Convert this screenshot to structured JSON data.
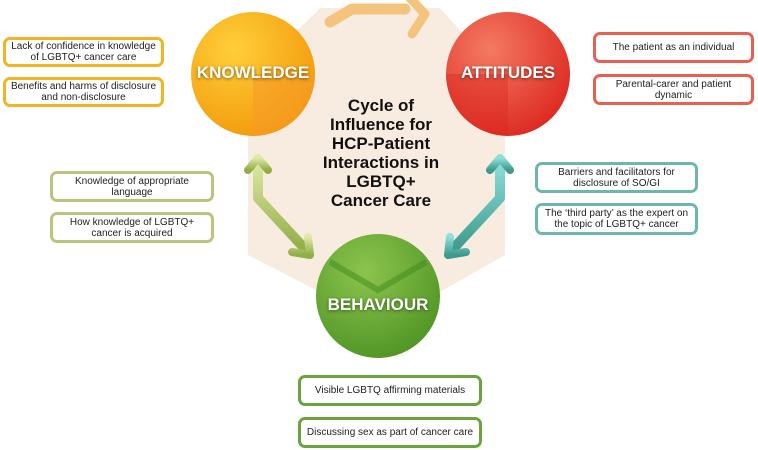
{
  "title": "Cycle of Influence for HCP-Patient Interactions in LGBTQ+ Cancer Care",
  "nodes": {
    "knowledge": "KNOWLEDGE",
    "attitudes": "ATTITUDES",
    "behaviour": "BEHAVIOUR"
  },
  "knowledge_boxes": [
    "Lack of confidence in knowledge of LGBTQ+ cancer care",
    "Benefits and harms of disclosure and non-disclosure"
  ],
  "attitudes_boxes": [
    "The patient as an individual",
    "Parental-carer and patient dynamic"
  ],
  "attitudes_behaviour_boxes": [
    "Barriers and facilitators for disclosure of SO/GI",
    "The ‘third party’ as the expert on the topic of LGBTQ+ cancer"
  ],
  "knowledge_behaviour_boxes": [
    "Knowledge of appropriate language",
    "How  knowledge of LGBTQ+ cancer is acquired"
  ],
  "behaviour_boxes": [
    "Visible LGBTQ affirming materials",
    "Discussing sex as part of cancer care"
  ],
  "colors": {
    "knowledge": "#f5a800",
    "attitudes": "#e8402f",
    "behaviour": "#5fa32e",
    "teal": "#6db7ae",
    "olive": "#b7c67d",
    "hexagon": "#f8ece0"
  }
}
